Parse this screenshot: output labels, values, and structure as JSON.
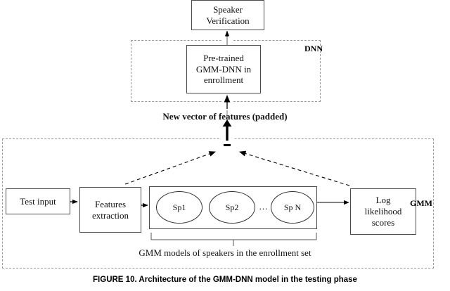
{
  "figure": {
    "caption": "FIGURE 10. Architecture of the GMM-DNN model in the testing phase"
  },
  "regions": {
    "dnn": {
      "label": "DNN"
    },
    "gmm": {
      "label": "GMM"
    }
  },
  "nodes": {
    "speaker_verification": {
      "line1": "Speaker",
      "line2": "Verification"
    },
    "pretrained_model": {
      "line1": "Pre-trained",
      "line2": "GMM-DNN in",
      "line3": "enrollment"
    },
    "test_input": {
      "line1": "Test input"
    },
    "features_extraction": {
      "line1": "Features",
      "line2": "extraction"
    },
    "log_likelihood": {
      "line1": "Log",
      "line2": "likelihood",
      "line3": "scores"
    }
  },
  "speakers": {
    "items": [
      {
        "label": "Sp1"
      },
      {
        "label": "Sp2"
      },
      {
        "label": "Sp N"
      }
    ],
    "ellipsis": "...",
    "brace_caption": "GMM models of speakers in the enrollment set"
  },
  "annotations": {
    "new_vector": "New vector of features (padded)"
  },
  "colors": {
    "box_border": "#4a4a4a",
    "dashed_border": "#999999",
    "text": "#111111",
    "arrow": "#000000",
    "background": "#ffffff"
  }
}
